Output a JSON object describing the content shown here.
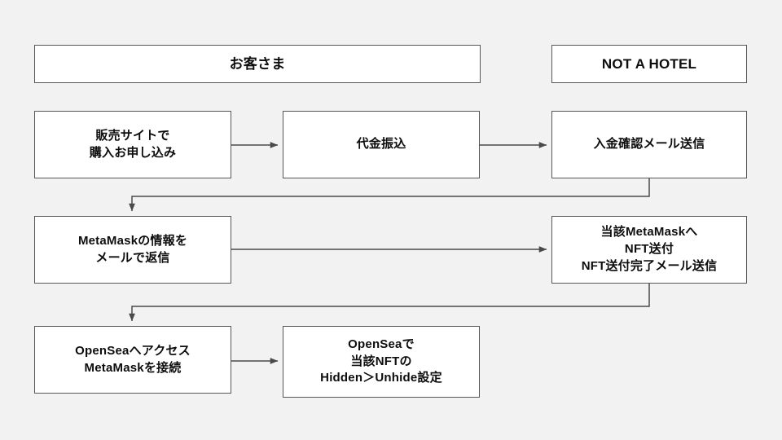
{
  "diagram": {
    "title": "NFT purchase and transfer flow",
    "background_color": "#f2f2f2",
    "box_fill_color": "#ffffff",
    "box_border_color": "#57575a",
    "connector_color": "#4a4a4a",
    "lanes": [
      {
        "id": "customer",
        "label": "お客さま"
      },
      {
        "id": "nothotel",
        "label": "NOT A HOTEL"
      }
    ],
    "steps": [
      {
        "id": "purchase",
        "lane": "customer",
        "row": 1,
        "lines": [
          "販売サイトで",
          "購入お申し込み"
        ]
      },
      {
        "id": "payment",
        "lane": "customer",
        "row": 1,
        "lines": [
          "代金振込"
        ]
      },
      {
        "id": "confirm",
        "lane": "nothotel",
        "row": 1,
        "lines": [
          "入金確認メール送信"
        ]
      },
      {
        "id": "metamask",
        "lane": "customer",
        "row": 2,
        "lines": [
          "MetaMaskの情報を",
          "メールで返信"
        ]
      },
      {
        "id": "sendnft",
        "lane": "nothotel",
        "row": 2,
        "lines": [
          "当該MetaMaskへ",
          "NFT送付",
          "NFT送付完了メール送信"
        ]
      },
      {
        "id": "opensea",
        "lane": "customer",
        "row": 3,
        "lines": [
          "OpenSeaへアクセス",
          "MetaMaskを接続"
        ]
      },
      {
        "id": "unhide",
        "lane": "customer",
        "row": 3,
        "lines": [
          "OpenSeaで",
          "当該NFTの",
          "Hidden＞Unhide設定"
        ]
      }
    ],
    "connectors": [
      {
        "id": "purchase-to-payment",
        "from": "purchase",
        "to": "payment",
        "kind": "straight-right"
      },
      {
        "id": "payment-to-confirm",
        "from": "payment",
        "to": "confirm",
        "kind": "straight-right"
      },
      {
        "id": "confirm-to-metamask",
        "from": "confirm",
        "to": "metamask",
        "kind": "elbow-down-left"
      },
      {
        "id": "metamask-to-sendnft",
        "from": "metamask",
        "to": "sendnft",
        "kind": "straight-right"
      },
      {
        "id": "sendnft-to-opensea",
        "from": "sendnft",
        "to": "opensea",
        "kind": "elbow-down-left"
      },
      {
        "id": "opensea-to-unhide",
        "from": "opensea",
        "to": "unhide",
        "kind": "straight-right"
      }
    ]
  }
}
